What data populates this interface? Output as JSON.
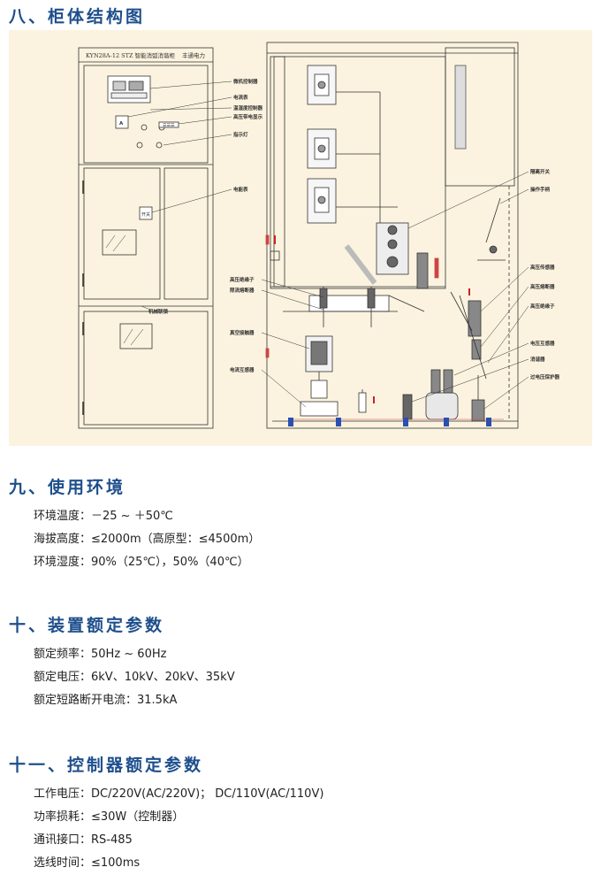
{
  "sections": {
    "s8": {
      "title": "八、柜体结构图"
    },
    "s9": {
      "title": "九、使用环境",
      "items": [
        "环境温度：－25 ~ ＋50℃",
        "海拔高度：≤2000m（高原型：≤4500m）",
        "环境湿度：90%（25℃），50%（40℃）"
      ]
    },
    "s10": {
      "title": "十、装置额定参数",
      "items": [
        "额定频率：50Hz ~ 60Hz",
        "额定电压：6kV、10kV、20kV、35kV",
        "额定短路断开电流：31.5kA"
      ]
    },
    "s11": {
      "title": "十一、控制器额定参数",
      "items": [
        "工作电压：DC/220V(AC/220V)；  DC/110V(AC/110V)",
        "功率损耗：≤30W（控制器）",
        "通讯接口：RS-485",
        "选线时间：≤100ms"
      ]
    }
  },
  "diagram": {
    "cabinet_header": "KYN28A-12 STZ 智能消弧消谐柜",
    "brand": "丰通电力",
    "panel_a": "A",
    "labels_front": [
      "微机控制器",
      "电流表",
      "温湿度控制器",
      "高压带电显示",
      "指示灯",
      "电能表",
      "机械联锁"
    ],
    "labels_side_left": [
      "高压绝缘子",
      "限流熔断器",
      "真空接触器",
      "电流互感器"
    ],
    "labels_side_right": [
      "隔离开关",
      "操作手柄",
      "高压传感器",
      "高压熔断器",
      "高压绝缘子",
      "电压互感器",
      "消谐器",
      "过电压保护器"
    ],
    "front_text": {
      "meter_tag": "☰☰☰",
      "lock_label": "开关"
    },
    "colors": {
      "title": "#1e4f8c",
      "figure_bg": "#fbf3df",
      "accent_red": "#cc2222",
      "accent_blue": "#2a4fb0"
    }
  }
}
